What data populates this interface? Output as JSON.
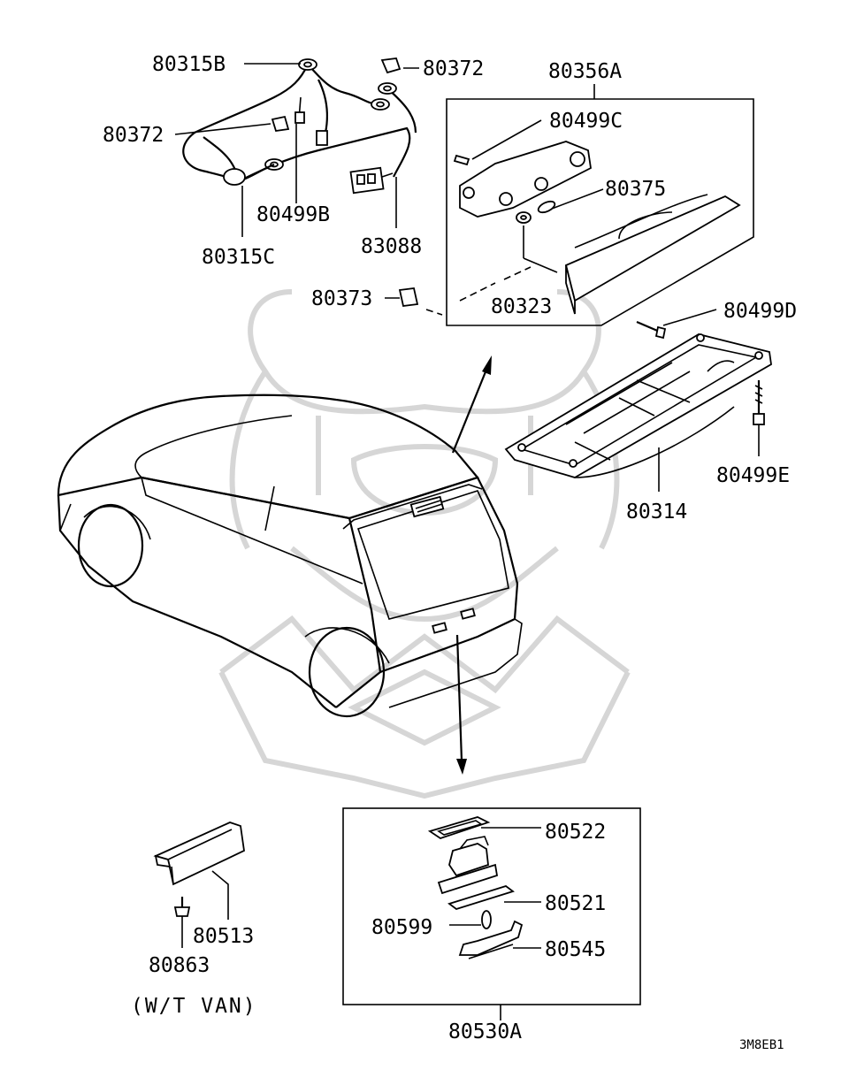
{
  "labels": {
    "l80315B": "80315B",
    "l80372a": "80372",
    "l80356A": "80356A",
    "l80499C": "80499C",
    "l80372b": "80372",
    "l80375": "80375",
    "l80499B": "80499B",
    "l83088": "83088",
    "l80315C": "80315C",
    "l80373": "80373",
    "l80323": "80323",
    "l80499D": "80499D",
    "l80499E": "80499E",
    "l80314": "80314",
    "l80522": "80522",
    "l80521": "80521",
    "l80599": "80599",
    "l80545": "80545",
    "l80513": "80513",
    "l80863": "80863",
    "l80530A": "80530A"
  },
  "caption": "(W/T VAN)",
  "diagram_code": "3M8EB1",
  "watermark": "samurai-helmet-logo",
  "line_color": "#000000",
  "watermark_color": "#d6d6d6"
}
